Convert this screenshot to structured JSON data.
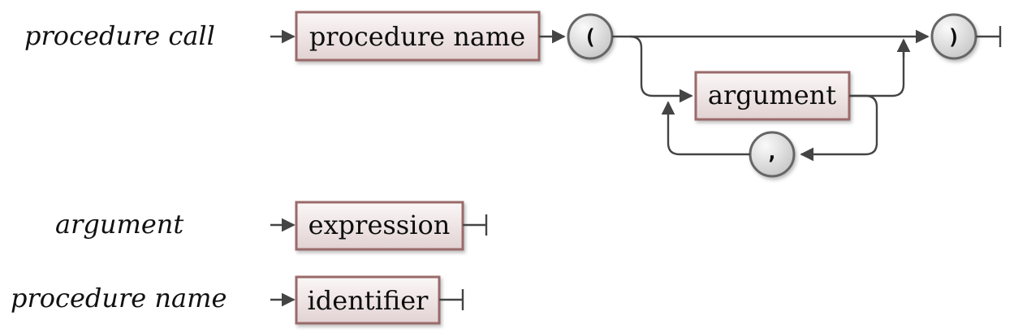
{
  "rules": [
    {
      "name": "procedure call",
      "nonterminals": [
        "procedure name",
        "argument"
      ],
      "terminals": {
        "open_paren": "(",
        "close_paren": ")",
        "comma": ","
      }
    },
    {
      "name": "argument",
      "nonterminals": [
        "expression"
      ]
    },
    {
      "name": "procedure name",
      "nonterminals": [
        "identifier"
      ]
    }
  ],
  "colors": {
    "box_border": "#9a6a6a",
    "box_fill_top": "#fbf7f7",
    "box_fill_bottom": "#e2d2d2",
    "terminal_border": "#666666",
    "terminal_fill_top": "#f4f4f4",
    "terminal_fill_bottom": "#c9c9c9",
    "line": "#444444"
  }
}
